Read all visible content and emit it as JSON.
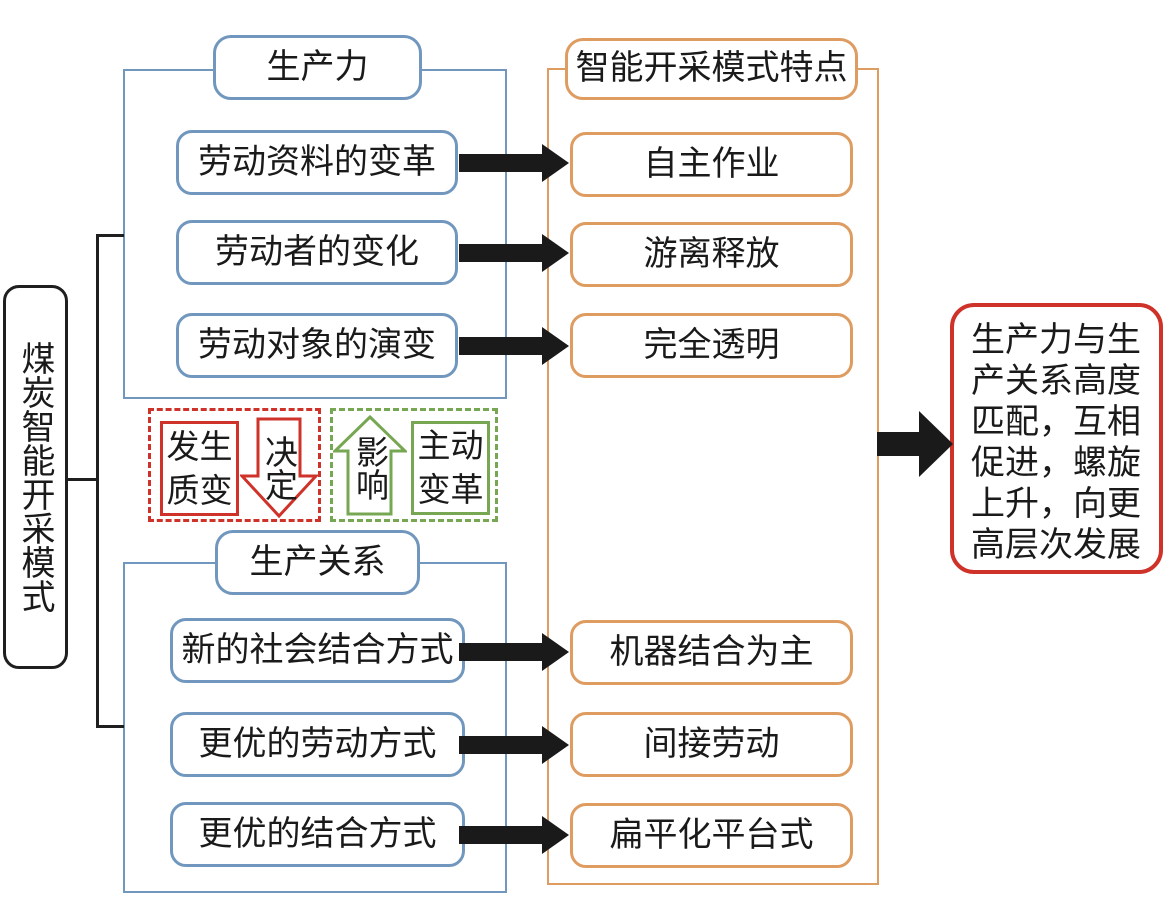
{
  "colors": {
    "blue": "#7197BE",
    "orange": "#DE9C61",
    "red": "#CE3228",
    "green": "#77A752",
    "ink": "#1A1A1A"
  },
  "root": {
    "label": "煤炭智能开采模式"
  },
  "productivity": {
    "title": "生产力",
    "items": [
      "劳动资料的变革",
      "劳动者的变化",
      "劳动对象的演变"
    ]
  },
  "relations": {
    "title": "生产关系",
    "items": [
      "新的社会结合方式",
      "更优的劳动方式",
      "更优的结合方式"
    ]
  },
  "features": {
    "title": "智能开采模式特点",
    "items": [
      "自主作业",
      "游离释放",
      "完全透明",
      "机器结合为主",
      "间接劳动",
      "扁平化平台式"
    ]
  },
  "linkage": {
    "qualitative_change": "发生\n质变",
    "determine": "决定",
    "influence": "影响",
    "active_reform": "主动\n变革"
  },
  "outcome": {
    "text": "生产力与生\n产关系高度\n匹配，互相\n促进，螺旋\n上升，向更\n高层次发展"
  }
}
